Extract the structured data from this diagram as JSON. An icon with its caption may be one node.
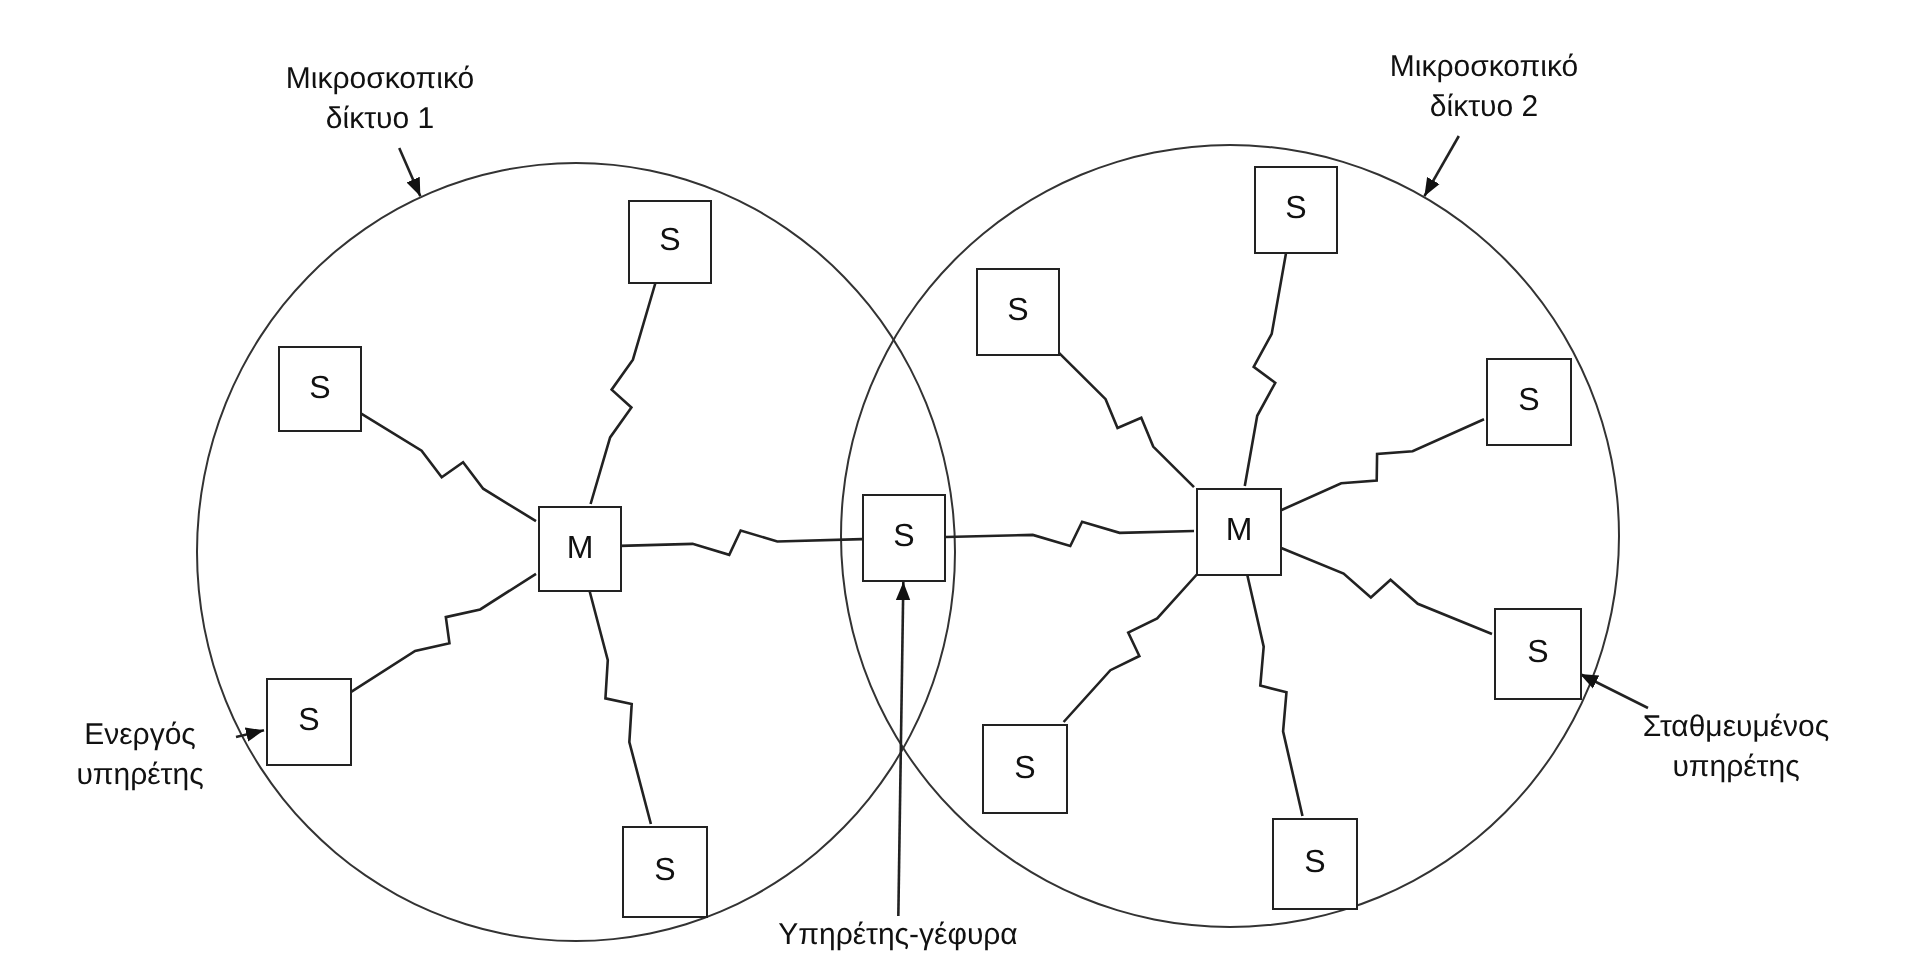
{
  "diagram": {
    "nodes": [
      {
        "text": [],
        "shape": "circle"
      },
      {
        "text": [],
        "shape": "circle"
      },
      {
        "text": [
          "Μικροσκοπικό δίκτυο 1"
        ]
      },
      {
        "text": [
          "Μικροσκοπικό δίκτυο 2"
        ]
      },
      {
        "text": [
          "M"
        ],
        "in": 0
      },
      {
        "text": [
          "S"
        ],
        "in": 0
      },
      {
        "text": [
          "S"
        ],
        "in": 0
      },
      {
        "text": [
          "S"
        ],
        "in": 0
      },
      {
        "text": [
          "S"
        ],
        "in": 0
      },
      {
        "text": [
          "S"
        ]
      },
      {
        "text": [
          "M"
        ],
        "in": 1
      },
      {
        "text": [
          "S"
        ],
        "in": 1
      },
      {
        "text": [
          "S"
        ],
        "in": 1
      },
      {
        "text": [
          "S"
        ],
        "in": 1
      },
      {
        "text": [
          "S"
        ],
        "in": 1
      },
      {
        "text": [
          "S"
        ],
        "in": 1
      },
      {
        "text": [
          "S"
        ],
        "in": 1
      },
      {
        "text": [
          "Ενεργός υπηρέτης"
        ]
      },
      {
        "text": [
          "Σταθμευμένος υπηρέτης"
        ]
      },
      {
        "text": [
          "Υπηρέτης-γέφυρα"
        ]
      }
    ],
    "edges": [
      {
        "from": 4,
        "to": 5,
        "arrow": "none"
      },
      {
        "from": 4,
        "to": 6,
        "arrow": "none"
      },
      {
        "from": 4,
        "to": 7,
        "arrow": "none"
      },
      {
        "from": 4,
        "to": 8,
        "arrow": "none"
      },
      {
        "from": 4,
        "to": 9,
        "arrow": "none"
      },
      {
        "from": 10,
        "to": 9,
        "arrow": "none"
      },
      {
        "from": 10,
        "to": 11,
        "arrow": "none"
      },
      {
        "from": 10,
        "to": 12,
        "arrow": "none"
      },
      {
        "from": 10,
        "to": 13,
        "arrow": "none"
      },
      {
        "from": 10,
        "to": 14,
        "arrow": "none"
      },
      {
        "from": 10,
        "to": 15,
        "arrow": "none"
      },
      {
        "from": 10,
        "to": 16,
        "arrow": "none"
      },
      {
        "from": 2,
        "to": 0,
        "arrow": "to"
      },
      {
        "from": 3,
        "to": 1,
        "arrow": "to"
      },
      {
        "from": 17,
        "to": 7,
        "arrow": "to"
      },
      {
        "from": 18,
        "to": 14,
        "arrow": "to"
      },
      {
        "from": 19,
        "to": 9,
        "arrow": "to"
      }
    ]
  }
}
